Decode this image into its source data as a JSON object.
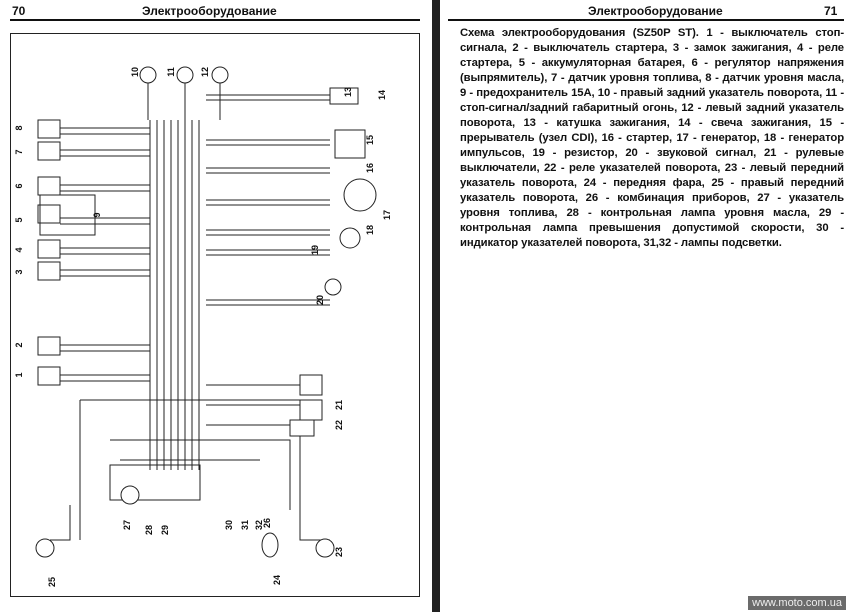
{
  "left_page": {
    "page_number": "70",
    "running_title": "Электрооборудование",
    "diagram": {
      "component_labels": [
        "1",
        "2",
        "3",
        "4",
        "5",
        "6",
        "7",
        "8",
        "9",
        "10",
        "11",
        "12",
        "13",
        "14",
        "15",
        "16",
        "17",
        "18",
        "19",
        "20",
        "21",
        "22",
        "23",
        "24",
        "25",
        "26",
        "27",
        "28",
        "29",
        "30",
        "31",
        "32"
      ]
    }
  },
  "right_page": {
    "page_number": "71",
    "running_title": "Электрооборудование",
    "caption": "Схема электрооборудования (SZ50P ST). 1 - выключатель стоп-сигнала, 2 - выключатель стартера, 3 - замок зажигания, 4 - реле стартера, 5 - аккумуляторная батарея, 6 - регулятор напряжения (выпрямитель), 7 - датчик уровня топлива, 8 - датчик уровня масла, 9 - предохранитель 15А, 10 - правый задний указатель поворота, 11 - стоп-сигнал/задний габаритный огонь, 12 - левый задний указатель поворота, 13 - катушка зажигания, 14 - свеча зажигания, 15 - прерыватель (узел CDI), 16 - стартер, 17 - генератор, 18 - генератор импульсов, 19 - резистор, 20 - звуковой сигнал, 21 - рулевые выключатели, 22 - реле указателей поворота, 23 - левый передний указатель поворота, 24 - передняя фара, 25 - правый передний указатель поворота, 26 - комбинация приборов, 27 - указатель уровня топлива, 28 - контрольная лампа уровня масла, 29 - контрольная лампа превышения допустимой скорости, 30 - индикатор указателей поворота, 31,32 - лампы подсветки."
  },
  "watermark": "www.moto.com.ua"
}
